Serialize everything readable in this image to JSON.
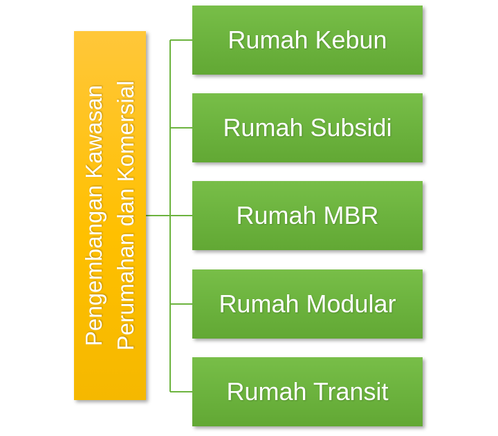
{
  "root": {
    "line1": "Pengembangan Kawasan",
    "line2": "Perumahan dan Komersial",
    "color": "#ffc000"
  },
  "children": [
    {
      "label": "Rumah Kebun"
    },
    {
      "label": "Rumah Subsidi"
    },
    {
      "label": "Rumah MBR"
    },
    {
      "label": "Rumah Modular"
    },
    {
      "label": "Rumah Transit"
    }
  ],
  "colors": {
    "child_fill": "#6cb33e",
    "connector": "#6cb33e",
    "text": "#ffffff"
  }
}
